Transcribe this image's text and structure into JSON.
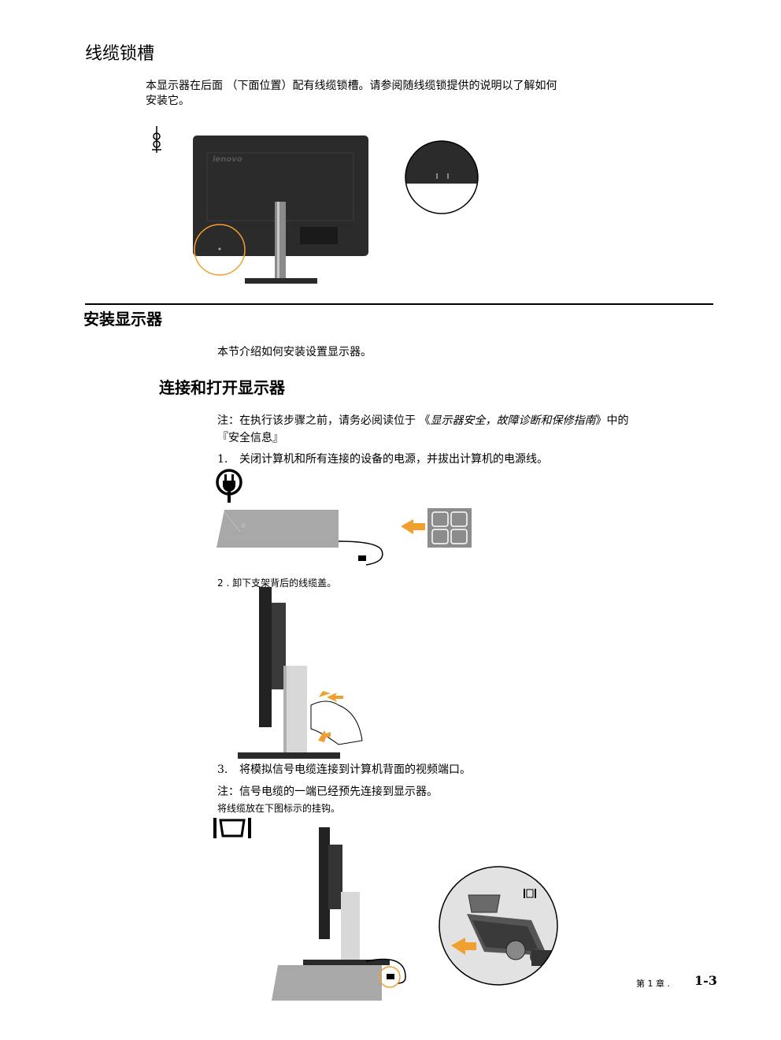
{
  "lock_section": {
    "title": "线缆锁槽",
    "desc_line1": "本显示器在后面 （下面位置）配有线缆锁槽。请参阅随线缆锁提供的说明以了解如何",
    "desc_line2": "安装它。",
    "brand": "lenovo"
  },
  "install_section": {
    "title": "安装显示器",
    "intro": "本节介绍如何安装设置显示器。"
  },
  "connect_section": {
    "title": "连接和打开显示器",
    "note_prefix": "注：在执行该步骤之前，请务必阅读位于 《",
    "note_italic": "显示器安全，故障诊断和保修指南",
    "note_suffix": "》中的",
    "note_line2": "『安全信息』",
    "step1_num": "1.",
    "step1_text": "关闭计算机和所有连接的设备的电源，并拔出计算机的电源线。",
    "step2_text": "2 .  卸下支架背后的线缆盖。",
    "step3_num": "3.",
    "step3_text": "将模拟信号电缆连接到计算机背面的视频端口。",
    "note2": "注：信号电缆的一端已经预先连接到显示器。",
    "hook_text": "将线缆放在下图标示的挂钩。"
  },
  "footer": {
    "chapter": "第 1 章 .",
    "page": "1-3"
  },
  "colors": {
    "accent_orange": "#f0a030",
    "monitor_dark": "#2e2e2e",
    "gray": "#a8a8a8"
  }
}
